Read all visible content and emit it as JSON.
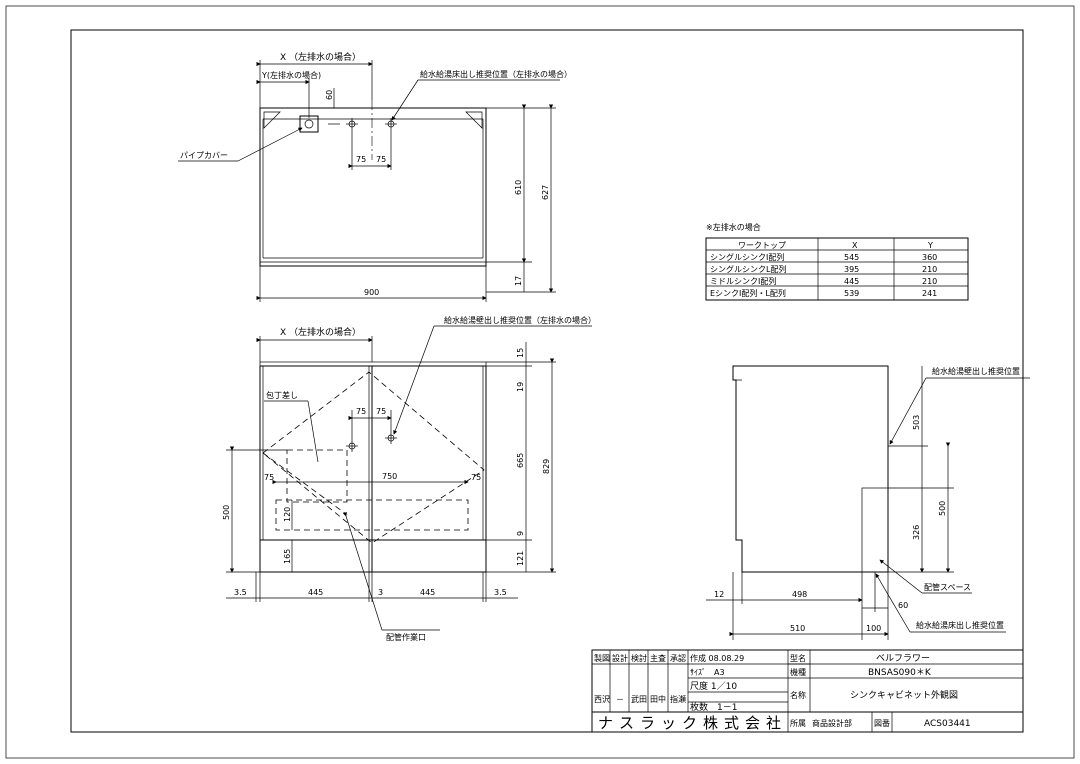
{
  "top_view": {
    "x_label": "X （左排水の場合）",
    "y_label": "Y(左排水の場合)",
    "dim_60": "60",
    "supply_label": "給水給湯床出し推奨位置（左排水の場合）",
    "pipe_cover": "パイプカバー",
    "dim_75a": "75",
    "dim_75b": "75",
    "dim_610": "610",
    "dim_627": "627",
    "dim_17": "17",
    "dim_900": "900"
  },
  "front_view": {
    "x_label": "X （左排水の場合）",
    "supply_label": "給水給湯壁出し推奨位置（左排水の場合）",
    "knife": "包丁差し",
    "dim_75a": "75",
    "dim_75b": "75",
    "dim_75l": "75",
    "dim_750": "750",
    "dim_75r": "75",
    "dim_15": "15",
    "dim_19": "19",
    "dim_665": "665",
    "dim_829": "829",
    "dim_9": "9",
    "dim_121": "121",
    "dim_500": "500",
    "dim_120": "120",
    "dim_165": "165",
    "dim_35l": "3.5",
    "dim_445a": "445",
    "dim_3": "3",
    "dim_445b": "445",
    "dim_35r": "3.5",
    "opening": "配管作業口"
  },
  "side_view": {
    "wall_supply": "給水給湯壁出し推奨位置",
    "dim_503": "503",
    "dim_500": "500",
    "dim_326": "326",
    "pipe_space": "配管スペース",
    "dim_12": "12",
    "dim_498": "498",
    "dim_60": "60",
    "dim_510": "510",
    "dim_100": "100",
    "floor_supply": "給水給湯床出し推奨位置"
  },
  "table": {
    "title": "※左排水の場合",
    "headers": [
      "ワークトップ",
      "X",
      "Y"
    ],
    "rows": [
      [
        "シングルシンクI配列",
        "545",
        "360"
      ],
      [
        "シングルシンクL配列",
        "395",
        "210"
      ],
      [
        "ミドルシンクI配列",
        "445",
        "210"
      ],
      [
        "EシンクI配列・L配列",
        "539",
        "241"
      ]
    ]
  },
  "title_block": {
    "roles": [
      "製図",
      "設計",
      "検討",
      "主査",
      "承認"
    ],
    "names": [
      "西沢",
      "－",
      "武田",
      "田中",
      "指瀬"
    ],
    "created": "作成 08.08.29",
    "size": "ｻｲｽﾞ　A3",
    "scale": "尺度 1／10",
    "sheets": "枚数　1－1",
    "model_label": "型名",
    "model_value": "ベルフラワー",
    "type_label": "機種",
    "type_value": "BNSAS090＊K",
    "name_label": "名称",
    "name_value": "シンクキャビネット外観図",
    "company": "ナスラック株式会社",
    "dept_label": "所属",
    "dept_value": "商品設計部",
    "drawing_label": "図番",
    "drawing_value": "ACS03441"
  }
}
